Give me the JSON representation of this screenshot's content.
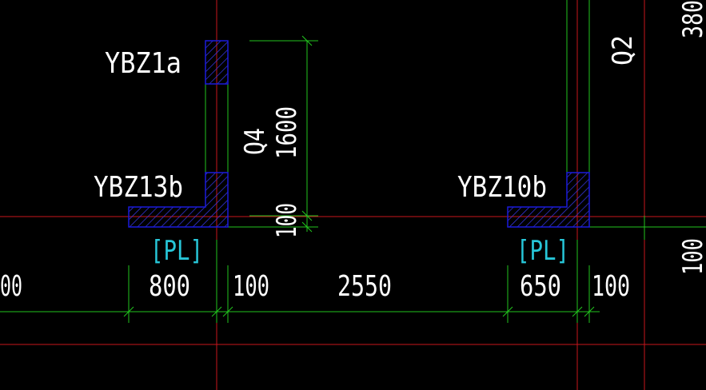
{
  "drawing": {
    "colors": {
      "background": "#000000",
      "axis": "#c8161d",
      "dimension": "#22c51e",
      "column": "#1a1adc",
      "hatch": "#3a3af0",
      "tag": "#27c6d8",
      "text": "#ffffff"
    },
    "column_labels": {
      "ybz1a": "YBZ1a",
      "ybz13b": "YBZ13b",
      "ybz10b": "YBZ10b"
    },
    "wall_labels": {
      "q4": "Q4",
      "q2": "Q2"
    },
    "tags": {
      "left": "[PL]",
      "right": "[PL]"
    },
    "dimensions": {
      "horizontal": {
        "d_partial_left": "00",
        "d_800": "800",
        "d_100_a": "100",
        "d_2550": "2550",
        "d_650": "650",
        "d_100_b": "100"
      },
      "vertical": {
        "d_1600": "1600",
        "d_100_v": "100",
        "d_100_right": "100",
        "d_3800_partial": "380"
      }
    }
  }
}
